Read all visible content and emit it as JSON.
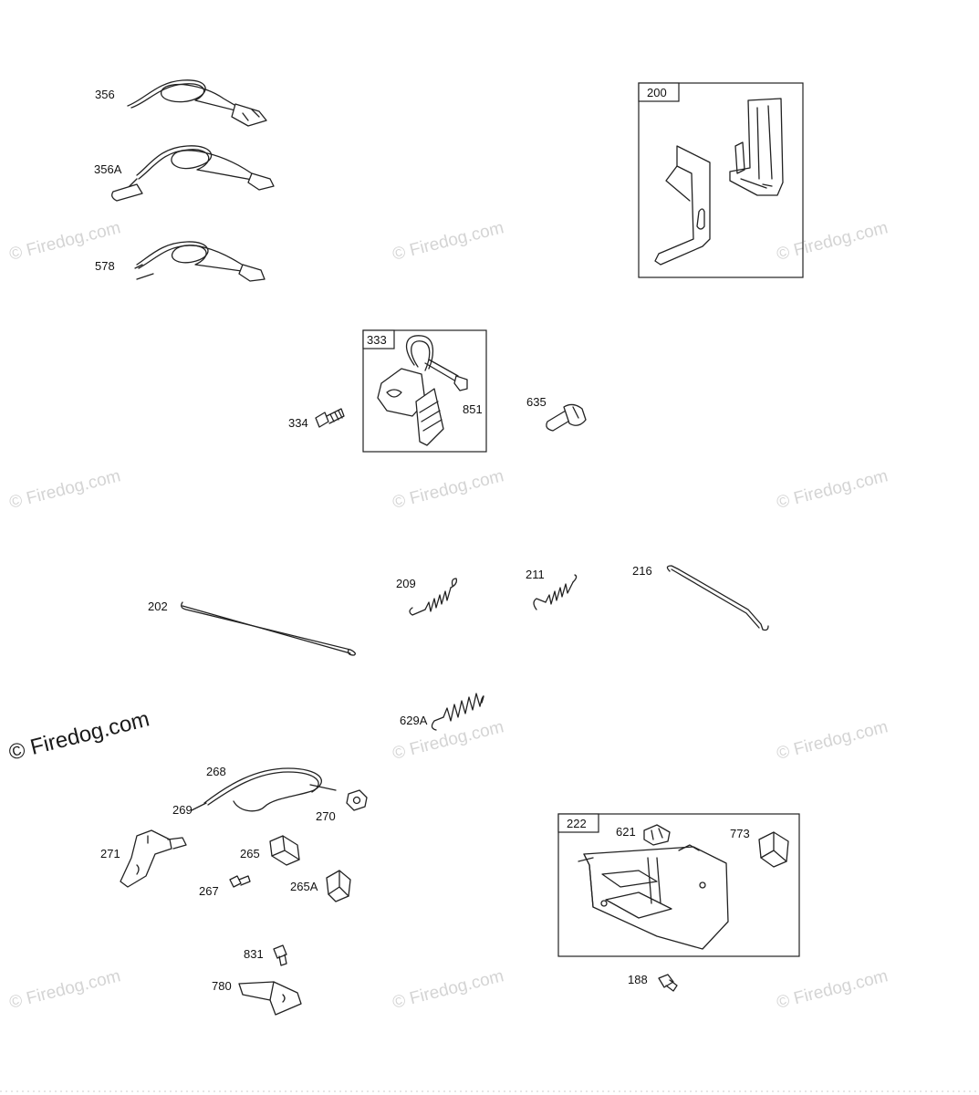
{
  "watermark": {
    "text": "© Firedog.com",
    "emphasized_text": "© Firedog.com"
  },
  "callouts": {
    "p356": "356",
    "p356a": "356A",
    "p578": "578",
    "p200": "200",
    "p333": "333",
    "p334": "334",
    "p851": "851",
    "p635": "635",
    "p202": "202",
    "p209": "209",
    "p211": "211",
    "p216": "216",
    "p629a": "629A",
    "p268": "268",
    "p269": "269",
    "p270": "270",
    "p271": "271",
    "p265": "265",
    "p267": "267",
    "p265a": "265A",
    "p831": "831",
    "p780": "780",
    "p222": "222",
    "p621": "621",
    "p773": "773",
    "p188": "188"
  }
}
